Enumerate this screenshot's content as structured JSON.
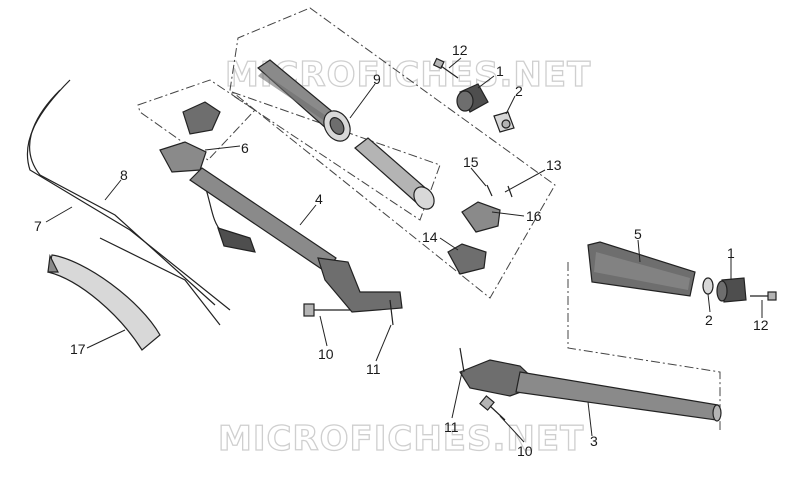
{
  "watermarks": [
    "MICROFICHES.NET",
    "MICROFICHES.NET"
  ],
  "callouts": {
    "c1a": "1",
    "c1b": "1",
    "c2a": "2",
    "c2b": "2",
    "c3": "3",
    "c4": "4",
    "c5": "5",
    "c6": "6",
    "c7": "7",
    "c8": "8",
    "c9": "9",
    "c10a": "10",
    "c10b": "10",
    "c11a": "11",
    "c11b": "11",
    "c12a": "12",
    "c12b": "12",
    "c13": "13",
    "c14": "14",
    "c15": "15",
    "c16": "16",
    "c17": "17"
  }
}
